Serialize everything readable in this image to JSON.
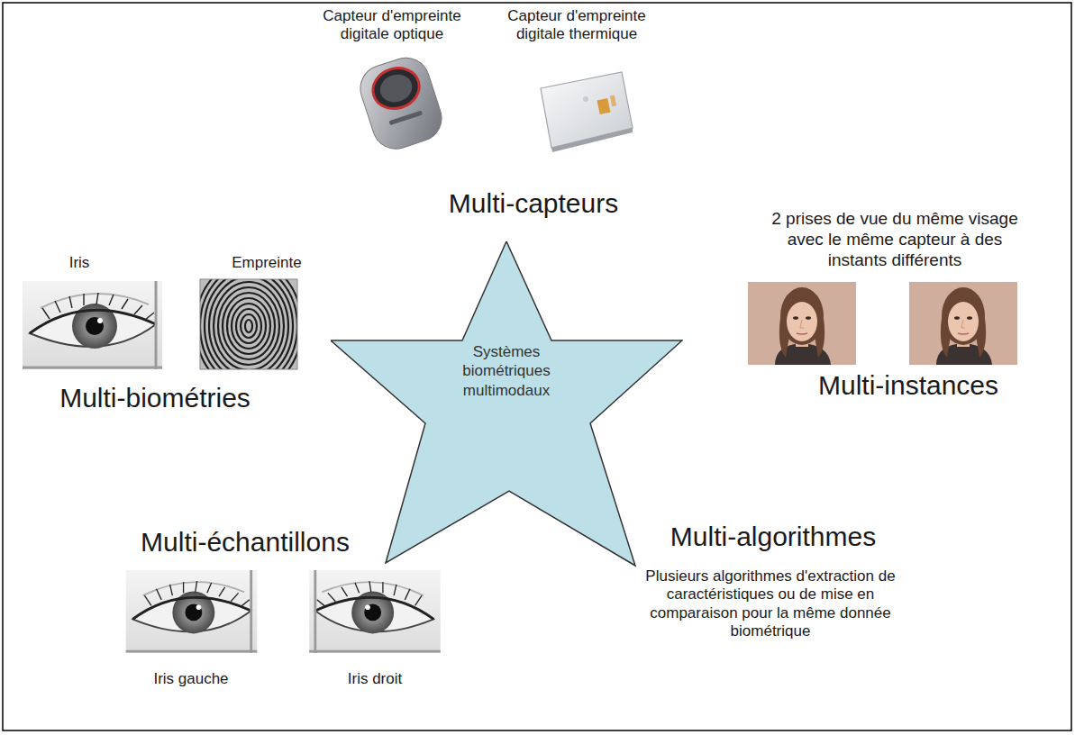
{
  "diagram": {
    "nodes": [
      {
        "text": [
          "Systèmes biométriques multimodaux"
        ]
      }
    ],
    "labels": [
      "Capteur d'empreinte digitale optique",
      "Capteur d'empreinte digitale thermique",
      "Multi-capteurs",
      "2 prises de vue du même visage avec le même capteur à des instants différents",
      "Iris",
      "Empreinte",
      "Multi-biométries",
      "Multi-instances",
      "Multi-échantillons",
      "Iris gauche",
      "Iris droit",
      "Multi-algorithmes",
      "Plusieurs algorithmes d'extraction de caractéristiques ou de mise en comparaison pour la même donnée biométrique"
    ]
  }
}
